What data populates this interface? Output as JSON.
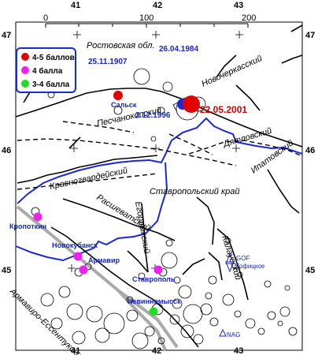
{
  "scale": {
    "ticks": [
      "0",
      "100",
      "200"
    ]
  },
  "coords": {
    "top_lon": [
      "41",
      "42",
      "43"
    ],
    "bottom_lon": [
      "41",
      "42",
      "43"
    ],
    "left_lat": [
      "47",
      "46",
      "45"
    ],
    "right_lat": [
      "47",
      "46",
      "45"
    ]
  },
  "legend": {
    "items": [
      {
        "label": "4-5 баллов",
        "color": "#e00000"
      },
      {
        "label": "4 балла",
        "color": "#ee22ee"
      },
      {
        "label": "3-4 балла",
        "color": "#22dd22"
      }
    ]
  },
  "regions": {
    "rostov": "Ростовская обл.",
    "stavropol": "Ставропольский край"
  },
  "faults": {
    "novocherkassky": "Новочеркасский",
    "peschanokopsky": "Песчанокопский",
    "dyatlovsky": "Дятловский",
    "ipatovsky": "Ипатовский",
    "krasnogvardeisky": "Красногвардейский",
    "rasshevatsky": "Расшеватский",
    "egorlyksky": "Егорлыкский",
    "kalaussky": "Калаусский",
    "armavir_essentuki": "Армавиро-Ессентукский"
  },
  "dates": {
    "d1984": "26.04.1984",
    "d1907": "25.11.1907",
    "d1996": "2.12.1996",
    "d2001": "22.05.2001"
  },
  "cities": {
    "salsk": "Сальск",
    "kropotkin": "Кропоткин",
    "novokubansk": "Новокубанск",
    "armavir": "Армавир",
    "stavropol": "Ставрополь",
    "nevinnomyssk": "Невинномысск"
  },
  "stations": {
    "gof": "GOF",
    "goficko": "Гофицкое",
    "nag": "NAG"
  },
  "colors": {
    "border": "#1a28d8",
    "accent_red": "#e00000",
    "city_blue": "#1525c9",
    "road_gray": "#a9a9a9"
  }
}
